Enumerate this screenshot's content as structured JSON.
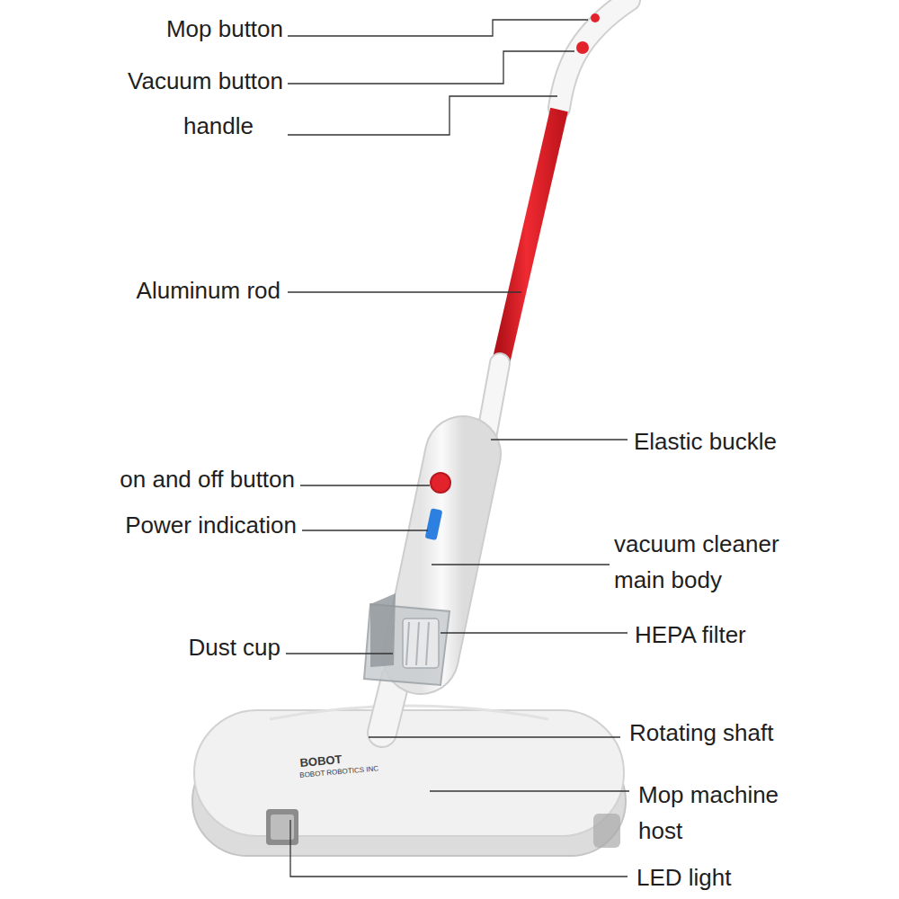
{
  "diagram": {
    "labels": [
      "Mop button",
      "Vacuum button",
      "handle",
      "Aluminum rod",
      "Elastic buckle",
      "on and off button",
      "Power indication",
      "vacuum cleaner main body",
      "HEPA filter",
      "Dust cup",
      "Rotating shaft",
      "Mop machine host",
      "LED light",
      "BOBOT",
      "BOBOT ROBOTICS INC"
    ]
  }
}
